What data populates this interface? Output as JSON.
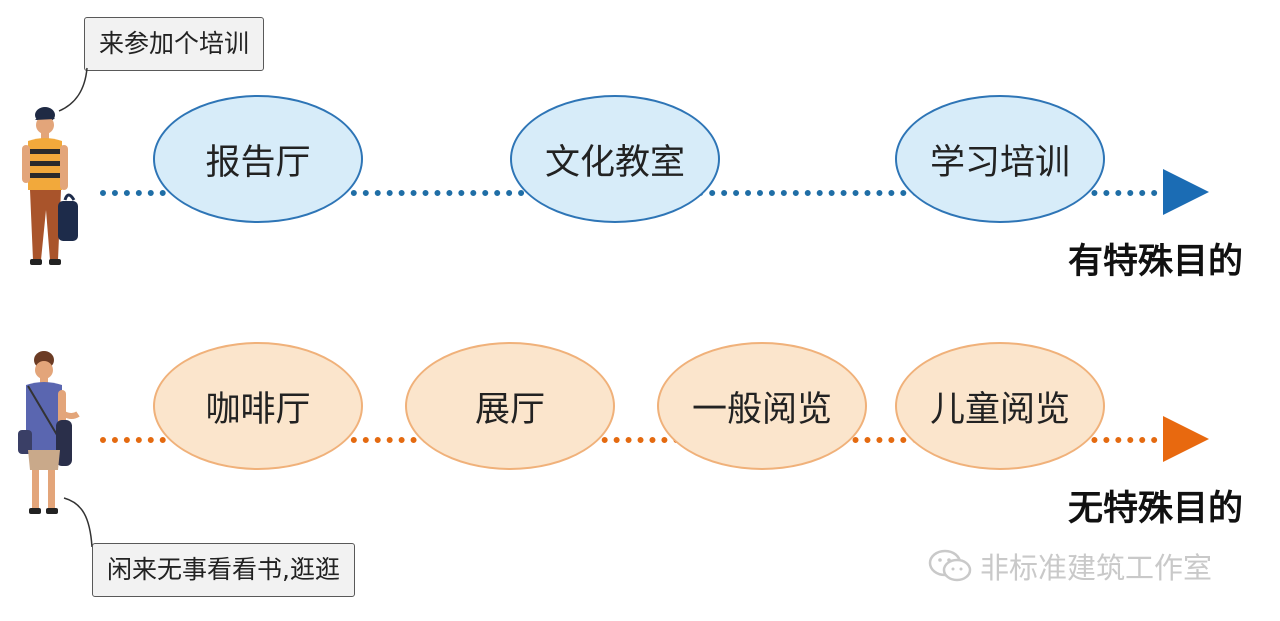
{
  "top_row": {
    "speech": "来参加个培训",
    "nodes": [
      "报告厅",
      "文化教室",
      "学习培训"
    ],
    "label": "有特殊目的",
    "line_color": "#1f6ea6",
    "arrow_color": "#1b6cb4",
    "node_fill": "#d7ecf9",
    "node_stroke": "#2e75b6"
  },
  "bottom_row": {
    "speech": "闲来无事看看书,逛逛",
    "nodes": [
      "咖啡厅",
      "展厅",
      "一般阅览",
      "儿童阅览"
    ],
    "label": "无特殊目的",
    "line_color": "#e46a10",
    "arrow_color": "#e8690f",
    "node_fill": "#fbe5cc",
    "node_stroke": "#f0b17a"
  },
  "watermark": {
    "icon": "wechat-icon",
    "text": "非标准建筑工作室"
  }
}
